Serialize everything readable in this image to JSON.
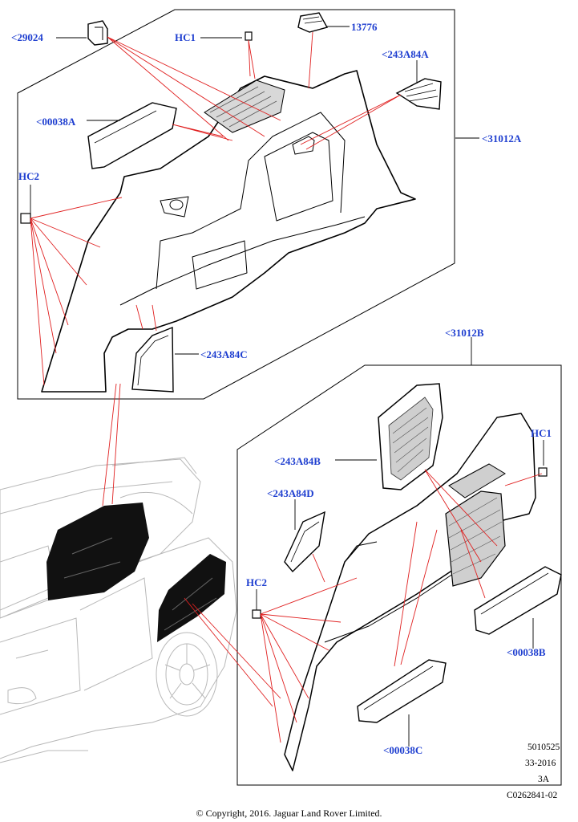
{
  "labels": {
    "p29024": "<29024",
    "hc1_top": "HC1",
    "p13776": "13776",
    "p243A84A": "<243A84A",
    "p00038A": "<00038A",
    "p31012A": "<31012A",
    "hc2_top": "HC2",
    "p243A84C": "<243A84C",
    "p31012B": "<31012B",
    "hc1_bottom": "HC1",
    "p243A84B": "<243A84B",
    "p243A84D": "<243A84D",
    "hc2_bottom": "HC2",
    "p00038B": "<00038B",
    "p00038C": "<00038C"
  },
  "meta": {
    "ref": "5010525",
    "date": "33-2016",
    "rev": "3A",
    "code": "C0262841-02",
    "copyright": "© Copyright, 2016. Jaguar Land Rover Limited."
  },
  "colors": {
    "label": "#1f3fd0",
    "leader": "#e02020",
    "outline": "#000000",
    "vehicle_ghost": "#b8b8b8",
    "panel_fill": "#111111"
  }
}
